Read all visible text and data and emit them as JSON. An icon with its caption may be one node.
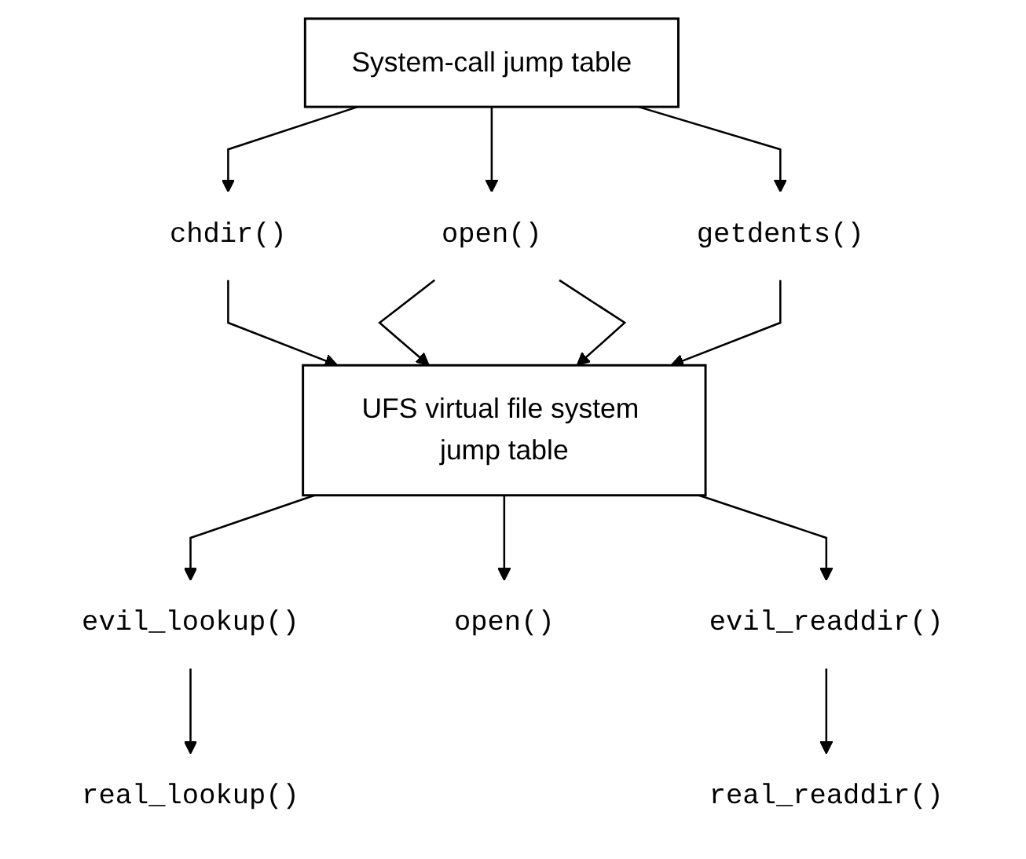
{
  "diagram": {
    "nodes": [
      {
        "text": [
          "System-call jump table"
        ]
      },
      {
        "text": [
          "chdir()"
        ]
      },
      {
        "text": [
          "open()"
        ]
      },
      {
        "text": [
          "getdents()"
        ]
      },
      {
        "text": [
          "UFS virtual file system jump table"
        ]
      },
      {
        "text": [
          "evil_lookup()"
        ]
      },
      {
        "text": [
          "open()"
        ]
      },
      {
        "text": [
          "evil_readdir()"
        ]
      },
      {
        "text": [
          "real_lookup()"
        ]
      },
      {
        "text": [
          "real_readdir()"
        ]
      }
    ],
    "edges": [
      {
        "from": 0,
        "to": 1,
        "arrow": "to"
      },
      {
        "from": 0,
        "to": 2,
        "arrow": "to"
      },
      {
        "from": 0,
        "to": 3,
        "arrow": "to"
      },
      {
        "from": 1,
        "to": 4,
        "arrow": "to"
      },
      {
        "from": 2,
        "to": 4,
        "arrow": "to"
      },
      {
        "from": 2,
        "to": 4,
        "arrow": "to"
      },
      {
        "from": 3,
        "to": 4,
        "arrow": "to"
      },
      {
        "from": 4,
        "to": 5,
        "arrow": "to"
      },
      {
        "from": 4,
        "to": 6,
        "arrow": "to"
      },
      {
        "from": 4,
        "to": 7,
        "arrow": "to"
      },
      {
        "from": 5,
        "to": 8,
        "arrow": "to"
      },
      {
        "from": 7,
        "to": 9,
        "arrow": "to"
      }
    ]
  }
}
